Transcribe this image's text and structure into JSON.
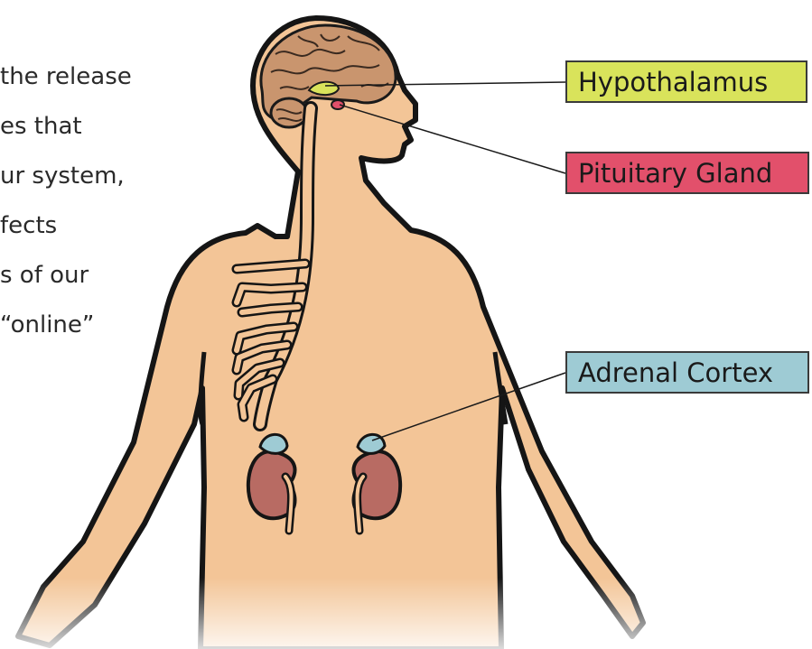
{
  "text_block": {
    "lines": [
      "the release",
      "es that",
      "ur system,",
      "fects",
      "s of our",
      "“online”"
    ]
  },
  "labels": {
    "hypothalamus": "Hypothalamus",
    "pituitary": "Pituitary Gland",
    "adrenal": "Adrenal Cortex"
  },
  "colors": {
    "skin": "#f3c597",
    "outline": "#151515",
    "brain": "#c9956e",
    "kidney": "#b86b63",
    "adrenal": "#9ecbd4",
    "hypothalamus": "#d9e35b",
    "pituitary": "#e2506b",
    "label_hypothalamus_bg": "#d9e35b",
    "label_pituitary_bg": "#e2506b",
    "label_adrenal_bg": "#9ecbd4"
  }
}
